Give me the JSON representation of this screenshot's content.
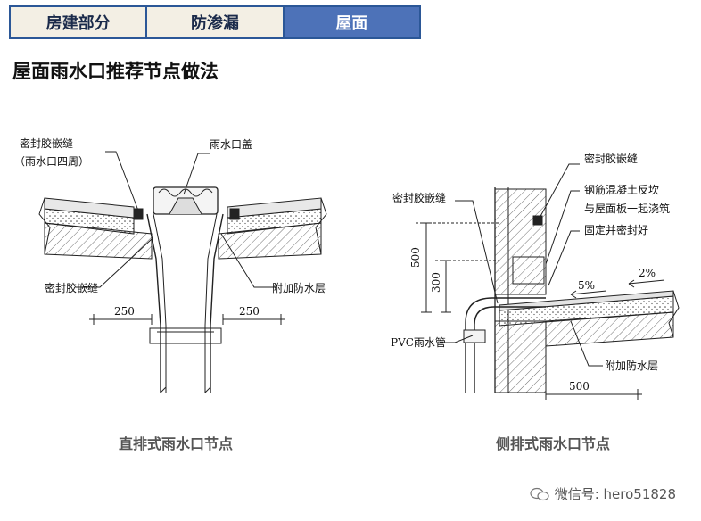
{
  "tabs": [
    {
      "label": "房建部分",
      "active": false
    },
    {
      "label": "防渗漏",
      "active": false
    },
    {
      "label": "屋面",
      "active": true
    }
  ],
  "page_title": "屋面雨水口推荐节点做法",
  "left_drawing": {
    "label_sealant_1": "密封胶嵌缝",
    "label_sealant_1b": "（雨水口四周）",
    "label_cap": "雨水口盖",
    "label_sealant_2": "密封胶嵌缝",
    "label_extra_layer": "附加防水层",
    "dim_left": "250",
    "dim_right": "250",
    "caption": "直排式雨水口节点"
  },
  "right_drawing": {
    "label_sealant_1": "密封胶嵌缝",
    "label_sealant_2": "密封胶嵌缝",
    "label_curb_1": "钢筋混凝土反坎",
    "label_curb_2": "与屋面板一起浇筑",
    "label_fix": "固定并密封好",
    "label_slope_1": "5%",
    "label_slope_2": "2%",
    "dim_500v": "500",
    "dim_300v": "300",
    "label_pvc": "PVC雨水管",
    "label_extra_layer": "附加防水层",
    "dim_500h": "500",
    "caption": "侧排式雨水口节点"
  },
  "watermark": "微信号: hero51828"
}
